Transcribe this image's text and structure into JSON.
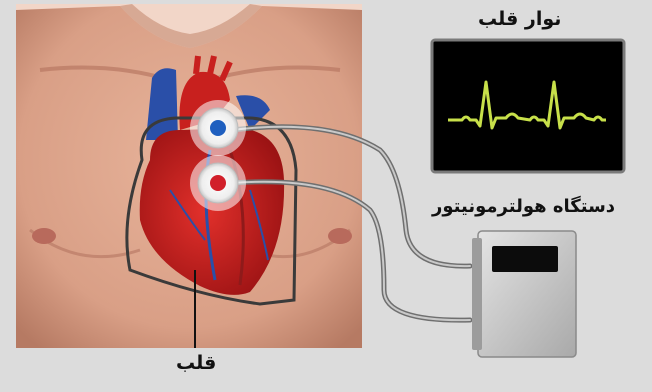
{
  "labels": {
    "ecg_strip": "نوار قلب",
    "holter_device": "دستگاه هولترمونیتور",
    "heart": "قلب"
  },
  "colors": {
    "background": "#dcdcdc",
    "screen": "#000000",
    "ecg_trace": "#c8e04a",
    "skin": "#d99f86",
    "heart_red": "#c8201e",
    "vein_blue": "#2a4fa8",
    "electrode_blue": "#1f5fbf",
    "electrode_red": "#d11f2a",
    "device_body": "#c9c9c9"
  },
  "icons": {
    "electrode_top": "electrode-icon",
    "electrode_bottom": "electrode-icon"
  }
}
